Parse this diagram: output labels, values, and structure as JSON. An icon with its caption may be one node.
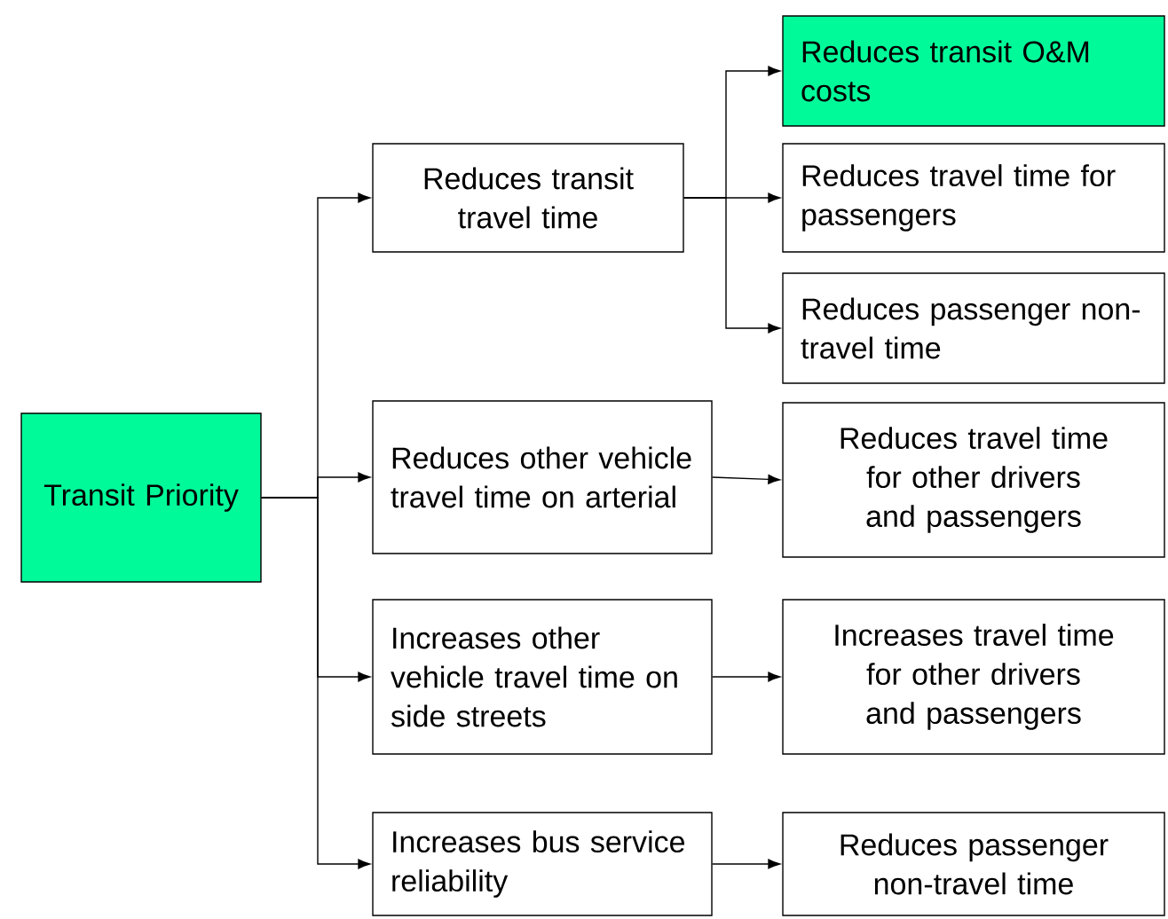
{
  "diagram": {
    "nodes": [
      {
        "text": [
          "Transit Priority"
        ]
      },
      {
        "text": [
          "Reduces transit travel time"
        ]
      },
      {
        "text": [
          "Reduces other vehicle travel time on arterial"
        ]
      },
      {
        "text": [
          "Increases other vehicle travel time on side streets"
        ]
      },
      {
        "text": [
          "Increases bus service reliability"
        ]
      },
      {
        "text": [
          "Reduces transit O&M costs"
        ]
      },
      {
        "text": [
          "Reduces travel time for passengers"
        ]
      },
      {
        "text": [
          "Reduces passenger non-travel time"
        ]
      },
      {
        "text": [
          "Reduces travel time for other drivers and passengers"
        ]
      },
      {
        "text": [
          "Increases travel time for other drivers and passengers"
        ]
      },
      {
        "text": [
          "Reduces passenger non-travel time"
        ]
      }
    ],
    "edges": [
      {
        "from": 0,
        "to": 1,
        "arrow": "to"
      },
      {
        "from": 0,
        "to": 2,
        "arrow": "to"
      },
      {
        "from": 0,
        "to": 3,
        "arrow": "to"
      },
      {
        "from": 0,
        "to": 4,
        "arrow": "to"
      },
      {
        "from": 1,
        "to": 5,
        "arrow": "to"
      },
      {
        "from": 1,
        "to": 6,
        "arrow": "to"
      },
      {
        "from": 1,
        "to": 7,
        "arrow": "to"
      },
      {
        "from": 2,
        "to": 8,
        "arrow": "to"
      },
      {
        "from": 3,
        "to": 9,
        "arrow": "to"
      },
      {
        "from": 4,
        "to": 10,
        "arrow": "to"
      }
    ]
  }
}
